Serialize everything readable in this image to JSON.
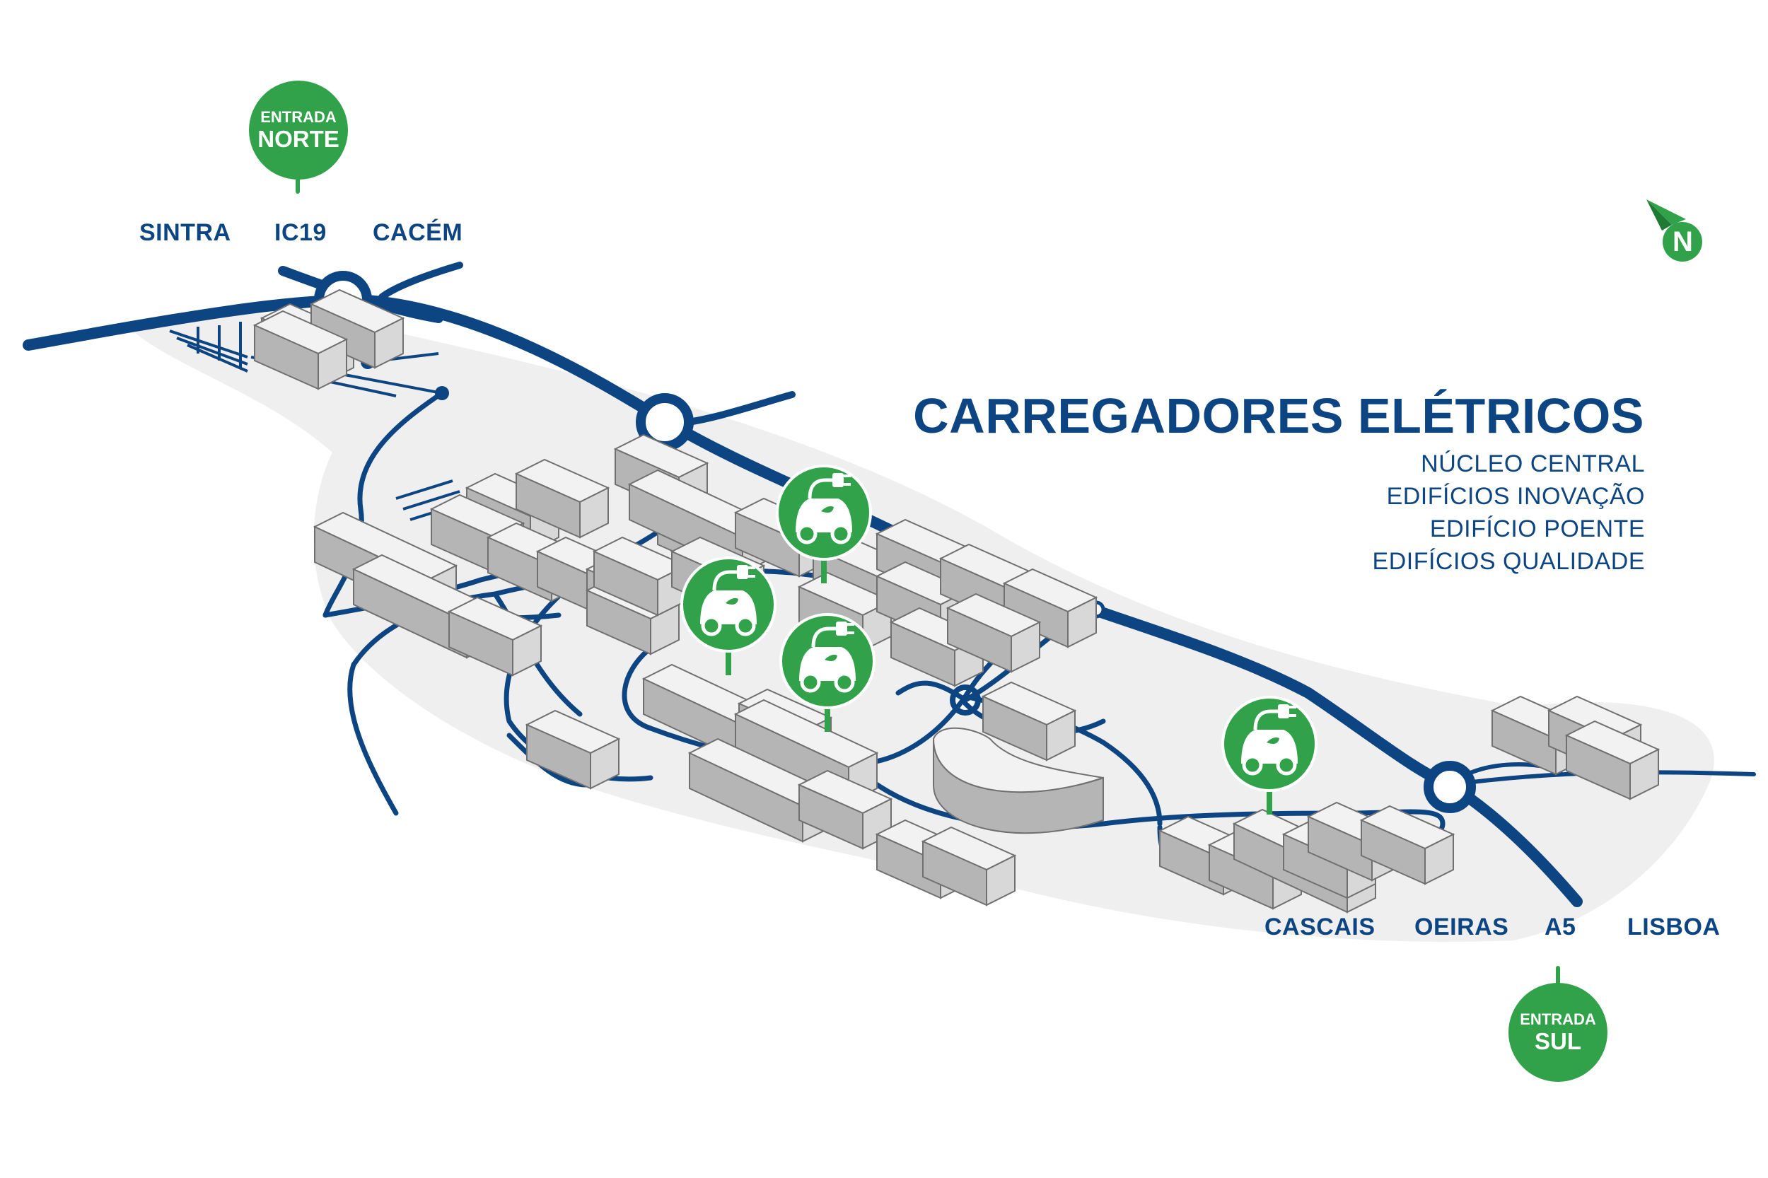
{
  "title": "CARREGADORES ELÉTRICOS",
  "zones": [
    "NÚCLEO CENTRAL",
    "EDIFÍCIOS INOVAÇÃO",
    "EDIFÍCIO POENTE",
    "EDIFÍCIOS QUALIDADE"
  ],
  "north_destinations": [
    "SINTRA",
    "IC19",
    "CACÉM"
  ],
  "south_destinations": [
    "CASCAIS",
    "OEIRAS",
    "A5",
    "LISBOA"
  ],
  "entrance_north": {
    "line1": "ENTRADA",
    "line2": "NORTE"
  },
  "entrance_south": {
    "line1": "ENTRADA",
    "line2": "SUL"
  },
  "north_arrow": {
    "letter": "N"
  },
  "charging_stations": [
    {
      "icon": "ev-charger-icon"
    },
    {
      "icon": "ev-charger-icon"
    },
    {
      "icon": "ev-charger-icon"
    },
    {
      "icon": "ev-charger-icon"
    }
  ],
  "colors": {
    "road": "#0d4583",
    "green": "#31a14a",
    "ground": "#efefef",
    "building": "#bdbdbd"
  }
}
